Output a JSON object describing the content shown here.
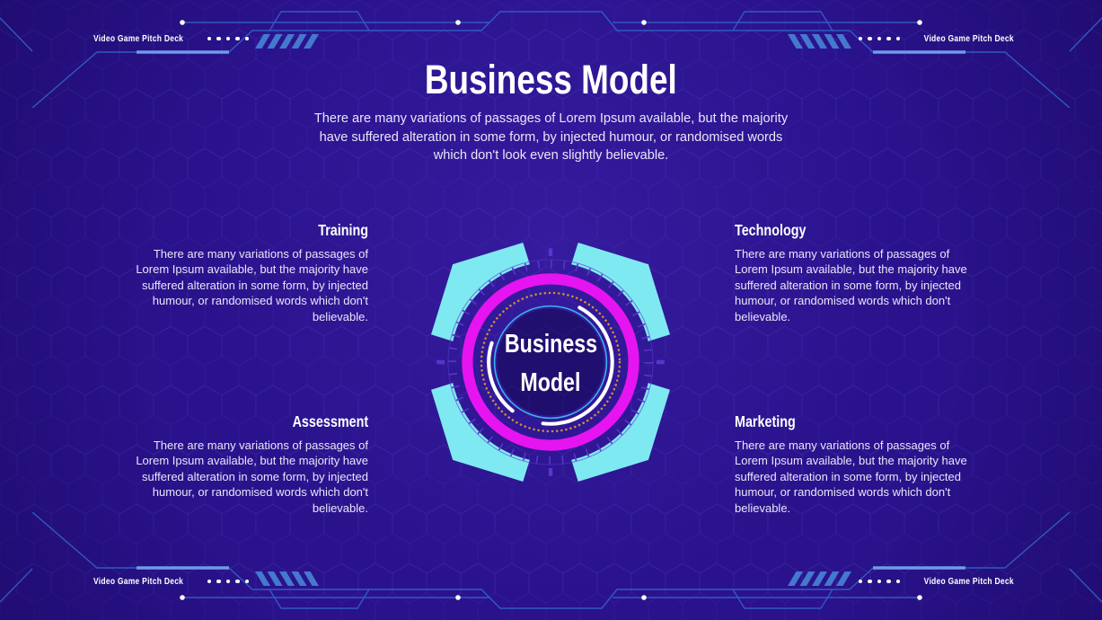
{
  "meta": {
    "deck_label": "Video Game Pitch Deck"
  },
  "header": {
    "title": "Business Model",
    "subtitle": "There are many variations of passages of Lorem Ipsum available, but the majority have suffered alteration in some form, by injected humour, or randomised words which don't look even slightly believable."
  },
  "sections": [
    {
      "title": "Training",
      "body": "There are many variations of passages of Lorem Ipsum available, but the majority have suffered alteration in some form, by injected humour, or randomised words which don't believable."
    },
    {
      "title": "Technology",
      "body": "There are many variations of passages of Lorem Ipsum available, but the majority have suffered alteration in some form, by injected humour, or randomised words which don't believable."
    },
    {
      "title": "Assessment",
      "body": "There are many variations of passages of Lorem Ipsum available, but the majority have suffered alteration in some form, by injected humour, or randomised words which don't believable."
    },
    {
      "title": "Marketing",
      "body": "There are many variations of passages of Lorem Ipsum available, but the majority have suffered alteration in some form, by injected humour, or randomised words which don't believable."
    }
  ],
  "center_badge": {
    "line1": "Business",
    "line2": "Model"
  },
  "colors": {
    "background": "#2a128c",
    "magenta": "#e614f0",
    "cyan": "#7fe9f2",
    "gold_dots": "#cf8f3a",
    "tick_purple": "#5a35cc",
    "inner_blue": "#38b6e8",
    "circuit_blue": "#2f5ac2",
    "circuit_light": "#6e9ce8",
    "slash_blue": "#4479cd",
    "hex_line": "#4a35b5",
    "body_text": "#eae5f8",
    "title_text": "#ffffff"
  }
}
